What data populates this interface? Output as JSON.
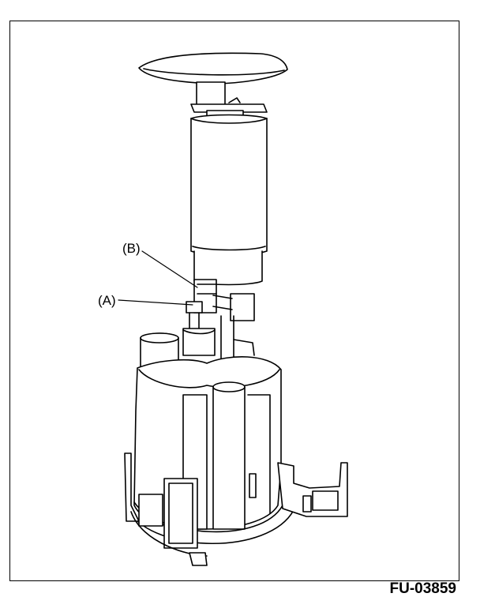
{
  "callouts": {
    "b": "(B)",
    "a": "(A)"
  },
  "figure_id": "FU-03859",
  "colors": {
    "line": "#000000",
    "fill": "#ffffff"
  }
}
